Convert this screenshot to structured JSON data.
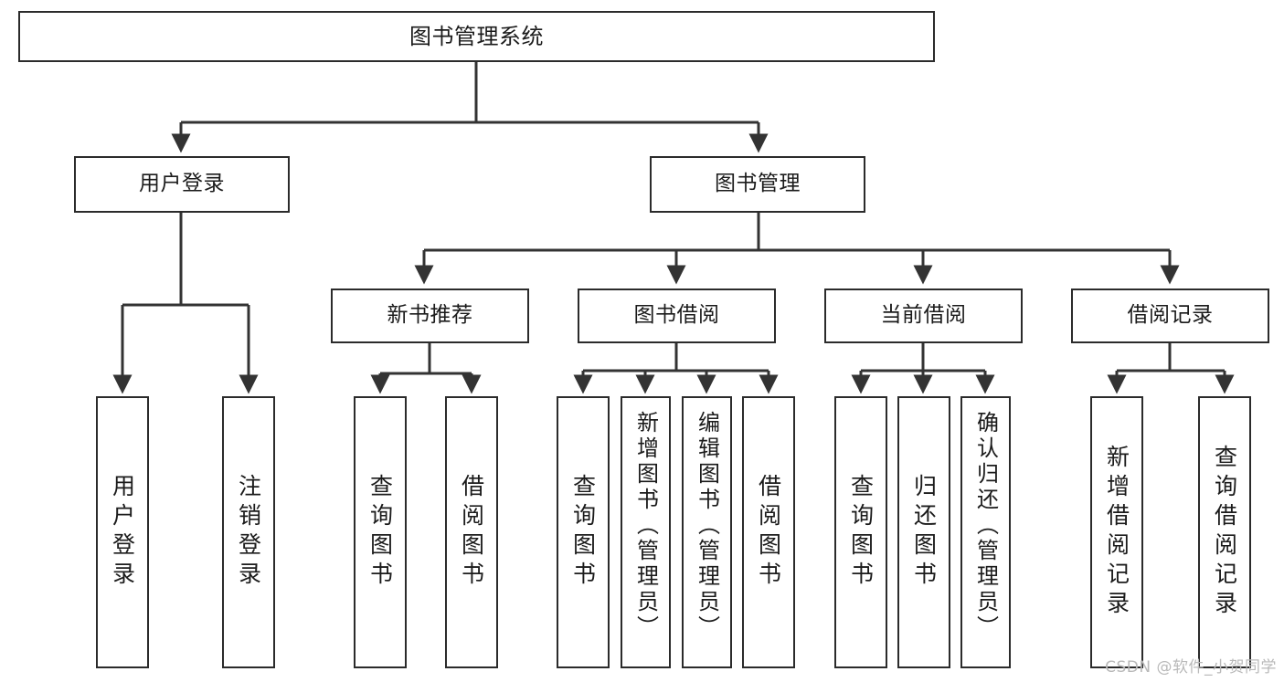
{
  "diagram": {
    "type": "tree-flowchart",
    "title": "图书管理系统",
    "colors": {
      "box_border": "#2b2b2b",
      "box_fill": "#ffffff",
      "connector": "#333333",
      "text": "#1b1b1b",
      "watermark": "#b9b9b9"
    },
    "nodes": {
      "root": {
        "label": "图书管理系统"
      },
      "level2": [
        {
          "id": "user-login",
          "label": "用户登录"
        },
        {
          "id": "book-manage",
          "label": "图书管理"
        }
      ],
      "level3": [
        {
          "id": "new-book-recommend",
          "label": "新书推荐"
        },
        {
          "id": "book-borrow",
          "label": "图书借阅"
        },
        {
          "id": "current-borrow",
          "label": "当前借阅"
        },
        {
          "id": "borrow-record",
          "label": "借阅记录"
        }
      ],
      "leaves": {
        "user-login": [
          {
            "id": "leaf-user-login",
            "label": "用户登录"
          },
          {
            "id": "leaf-logout-login",
            "label": "注销登录"
          }
        ],
        "new-book-recommend": [
          {
            "id": "leaf-query-book-1",
            "label": "查询图书"
          },
          {
            "id": "leaf-borrow-book-1",
            "label": "借阅图书"
          }
        ],
        "book-borrow": [
          {
            "id": "leaf-query-book-2",
            "label": "查询图书"
          },
          {
            "id": "leaf-add-book",
            "label": "新增图书（管理员）"
          },
          {
            "id": "leaf-edit-book",
            "label": "编辑图书（管理员）"
          },
          {
            "id": "leaf-borrow-book-2",
            "label": "借阅图书"
          }
        ],
        "current-borrow": [
          {
            "id": "leaf-query-book-3",
            "label": "查询图书"
          },
          {
            "id": "leaf-return-book",
            "label": "归还图书"
          },
          {
            "id": "leaf-confirm-return",
            "label": "确认归还（管理员）"
          }
        ],
        "borrow-record": [
          {
            "id": "leaf-add-record",
            "label": "新增借阅记录"
          },
          {
            "id": "leaf-query-record",
            "label": "查询借阅记录"
          }
        ]
      }
    }
  },
  "watermark": {
    "text": "CSDN @软件_小贺同学"
  }
}
